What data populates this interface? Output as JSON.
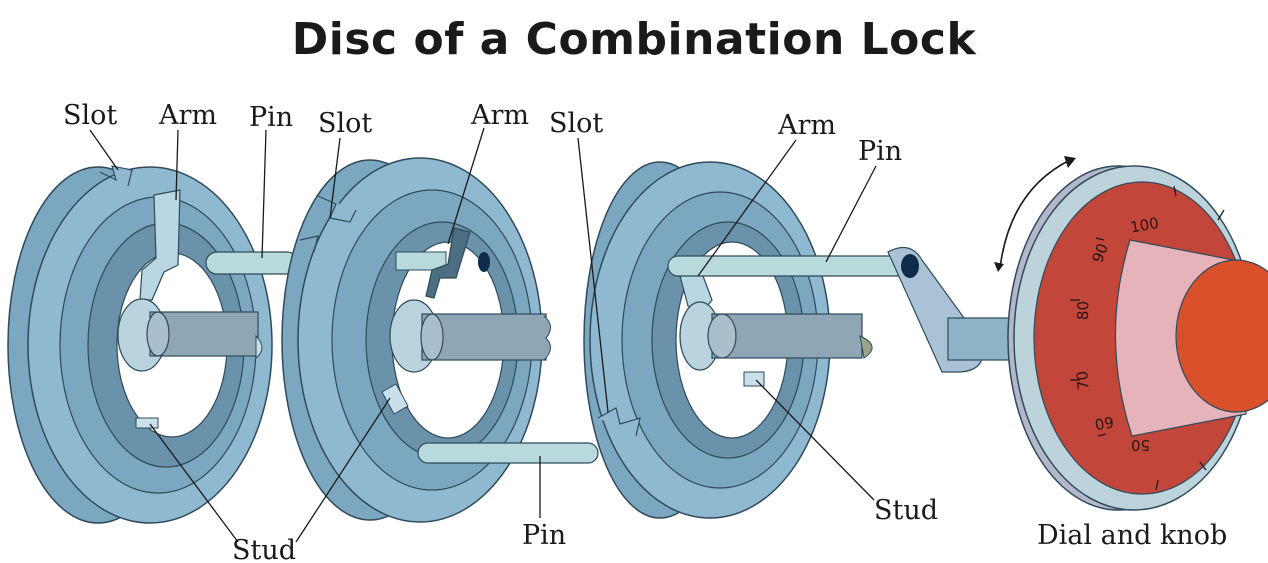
{
  "title": "Disc of a Combination Lock",
  "labels": {
    "slot1": "Slot",
    "arm1": "Arm",
    "pin1": "Pin",
    "slot2": "Slot",
    "arm2": "Arm",
    "slot3": "Slot",
    "arm3": "Arm",
    "pin3": "Pin",
    "stud1": "Stud",
    "pin2": "Pin",
    "stud3": "Stud",
    "dial": "Dial and knob"
  },
  "dial_numbers": {
    "n100": "100",
    "n90": "90",
    "n80": "80",
    "n70": "70",
    "n60": "60",
    "n50": "50"
  },
  "colors": {
    "disc_light": "#8fb9d0",
    "disc_mid": "#7ba7c0",
    "disc_dark": "#6a92aa",
    "shaft": "#8fa7b5",
    "dial_red": "#c2473a",
    "dial_face": "#e7b3bb",
    "knob": "#d9502a"
  }
}
